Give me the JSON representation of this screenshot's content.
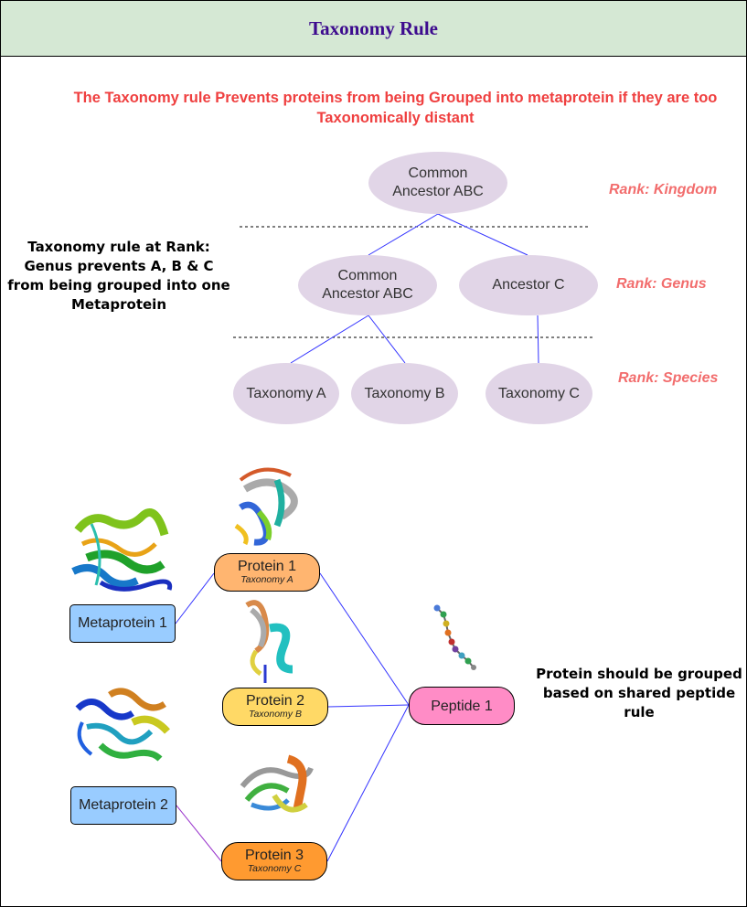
{
  "title": "Taxonomy Rule",
  "subtitle": "The Taxonomy rule Prevents proteins from being Grouped into metaprotein if they are too Taxonomically distant",
  "tree": {
    "kingdom_node": "Common Ancestor ABC",
    "genus_nodes": [
      "Common Ancestor ABC",
      "Ancestor C"
    ],
    "species_nodes": [
      "Taxonomy A",
      "Taxonomy B",
      "Taxonomy C"
    ]
  },
  "ranks": {
    "kingdom": "Rank: Kingdom",
    "genus": "Rank: Genus",
    "species": "Rank: Species"
  },
  "left_note": "Taxonomy rule at Rank: Genus prevents A, B & C from being grouped into one Metaprotein",
  "right_note": "Protein should be grouped based on shared peptide rule",
  "metaproteins": [
    "Metaprotein 1",
    "Metaprotein 2"
  ],
  "proteins": [
    {
      "name": "Protein 1",
      "taxonomy": "Taxonomy A",
      "color": "#ffb570"
    },
    {
      "name": "Protein 2",
      "taxonomy": "Taxonomy B",
      "color": "#ffd966"
    },
    {
      "name": "Protein 3",
      "taxonomy": "Taxonomy C",
      "color": "#ff9a30"
    }
  ],
  "peptide": {
    "name": "Peptide 1",
    "color": "#ff8cc6"
  },
  "colors": {
    "header_bg": "#d5e8d4",
    "title": "#3d0b8e",
    "subtitle": "#ef3f3f",
    "rank": "#f26d6d",
    "node": "#e1d5e7",
    "metaprotein": "#99ccff",
    "edge": "#3333ff"
  }
}
